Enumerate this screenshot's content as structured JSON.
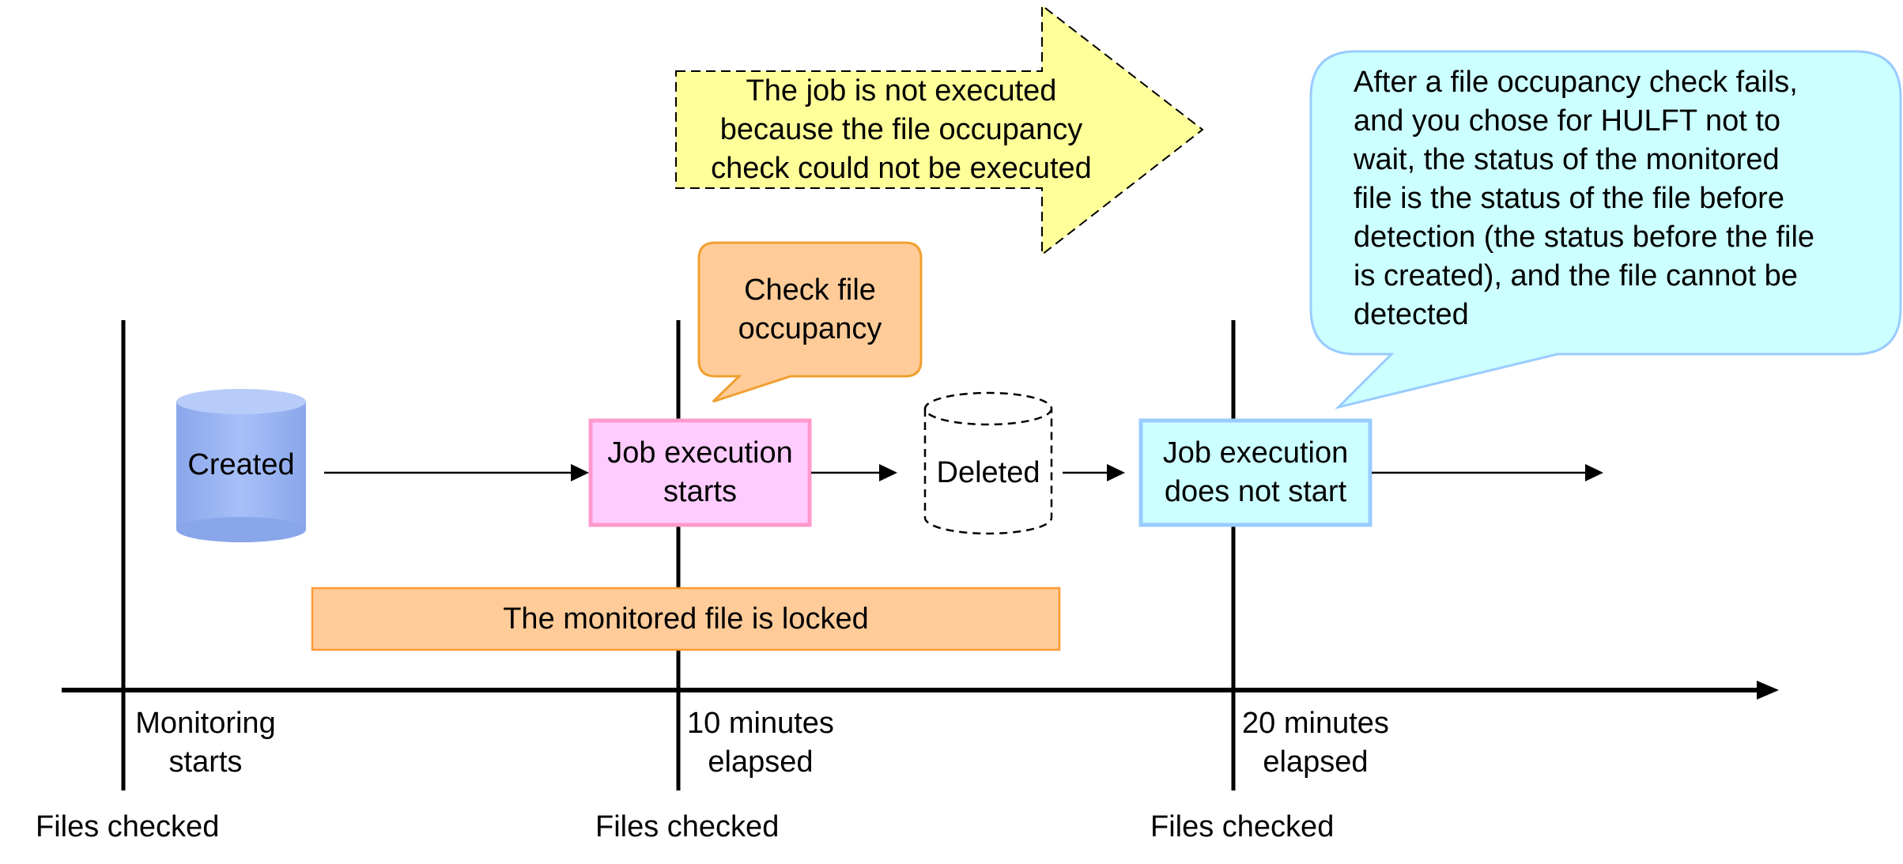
{
  "diagram": {
    "arrow_note": "The job is not executed\nbecause the file occupancy\ncheck could not be executed",
    "callout_check": "Check file\noccupancy",
    "callout_status": "After a file occupancy check fails,\nand you chose for HULFT not to\nwait, the status of the monitored\nfile is the status of the file before\ndetection (the status before the file\nis created), and the file cannot be\ndetected",
    "nodes": {
      "created": "Created",
      "job_starts": "Job execution\nstarts",
      "deleted": "Deleted",
      "job_not_start": "Job execution\ndoes not start"
    },
    "locked_bar": "The monitored file is locked",
    "timeline": {
      "ticks": [
        {
          "label": "Monitoring\nstarts",
          "check": "Files checked"
        },
        {
          "label": "10 minutes\nelapsed",
          "check": "Files checked"
        },
        {
          "label": "20 minutes\nelapsed",
          "check": "Files checked"
        }
      ]
    }
  },
  "colors": {
    "note_fill": "#ffff99",
    "callout_orange_fill": "#ffcc99",
    "callout_orange_stroke": "#f0a030",
    "callout_cyan_fill": "#ccffff",
    "callout_cyan_stroke": "#99ccff",
    "cylinder_blue": "#99b3f2",
    "job_start_fill": "#ffccff",
    "job_start_stroke": "#ff99cc",
    "job_not_start_fill": "#ccffff",
    "job_not_start_stroke": "#99ccff",
    "locked_fill": "#ffcc99",
    "locked_stroke": "#ff9933"
  }
}
